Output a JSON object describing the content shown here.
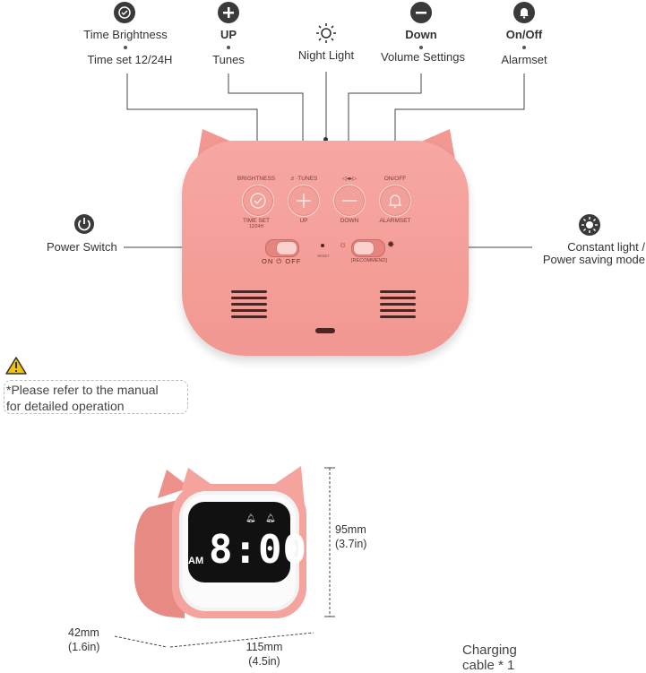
{
  "top_labels": {
    "brightness": {
      "line1": "Time Brightness",
      "line2": "Time set 12/24H"
    },
    "up": {
      "line1": "UP",
      "line2": "Tunes"
    },
    "night": {
      "line1": "Night Light"
    },
    "down": {
      "line1": "Down",
      "line2": "Volume Settings"
    },
    "onoff": {
      "line1": "On/Off",
      "line2": "Alarmset"
    }
  },
  "side_labels": {
    "power": "Power Switch",
    "constant_line1": "Constant light /",
    "constant_line2": "Power saving mode"
  },
  "device_labels": {
    "brightness": "BRIGHTNESS",
    "tunes": "♬·TUNES",
    "volume": "◁◂▸▷",
    "onoff": "ON/OFF",
    "timeset": "TIME SET",
    "timeset_sub": "12/24H",
    "up": "UP",
    "down": "DOWN",
    "alarmset": "ALARMSET",
    "on": "ON",
    "off": "OFF",
    "reset": "RESET",
    "recommend": "[RECOMMEND]"
  },
  "note": {
    "line1": "*Please refer to the manual",
    "line2": "for detailed operation"
  },
  "clock_display": {
    "am": "AM",
    "time": "8:00"
  },
  "dimensions": {
    "height_mm": "95mm",
    "height_in": "(3.7in)",
    "width_mm": "115mm",
    "width_in": "(4.5in)",
    "depth_mm": "42mm",
    "depth_in": "(1.6in)"
  },
  "accessory": {
    "line1": "Charging",
    "line2": "cable * 1"
  },
  "colors": {
    "body": "#f29791",
    "display": "#111111",
    "digits": "#ffffff"
  }
}
